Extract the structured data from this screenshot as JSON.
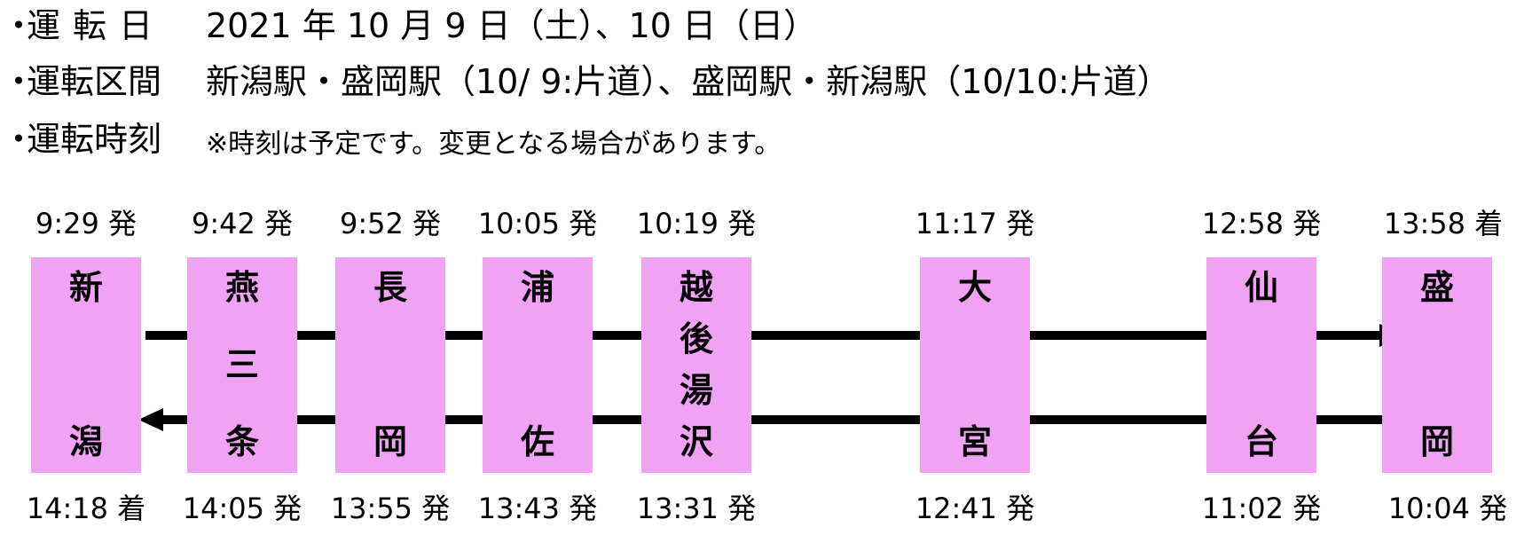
{
  "info": {
    "bullet": "・",
    "date_label": "運転日",
    "date_value": "2021 年 10 月 9 日（土）、10 日（日）",
    "section_label": "運転区間",
    "section_value": "新潟駅・盛岡駅（10/ 9:片道）、盛岡駅・新潟駅（10/10:片道）",
    "time_label": "運転時刻",
    "time_note": "※時刻は予定です。変更となる場合があります。"
  },
  "diagram": {
    "colors": {
      "station_box": "#f0a2f4",
      "track": "#000000"
    },
    "outbound_direction": "right",
    "return_direction": "left",
    "stations": [
      {
        "id": "niigata",
        "chars": [
          "新",
          "潟"
        ],
        "outbound": "9:29 発",
        "return": "14:18 着"
      },
      {
        "id": "tsubamesanjo",
        "chars": [
          "燕",
          "三",
          "条"
        ],
        "outbound": "9:42 発",
        "return": "14:05 発"
      },
      {
        "id": "nagaoka",
        "chars": [
          "長",
          "岡"
        ],
        "outbound": "9:52 発",
        "return": "13:55 発"
      },
      {
        "id": "urasa",
        "chars": [
          "浦",
          "佐"
        ],
        "outbound": "10:05 発",
        "return": "13:43 発"
      },
      {
        "id": "echigoyuzawa",
        "chars": [
          "越",
          "後",
          "湯",
          "沢"
        ],
        "outbound": "10:19 発",
        "return": "13:31 発"
      },
      {
        "id": "omiya",
        "chars": [
          "大",
          "宮"
        ],
        "outbound": "11:17 発",
        "return": "12:41 発"
      },
      {
        "id": "sendai",
        "chars": [
          "仙",
          "台"
        ],
        "outbound": "12:58 発",
        "return": "11:02 発"
      },
      {
        "id": "morioka",
        "chars": [
          "盛",
          "岡"
        ],
        "outbound": "13:58 着",
        "return": "10:04 発"
      }
    ]
  }
}
